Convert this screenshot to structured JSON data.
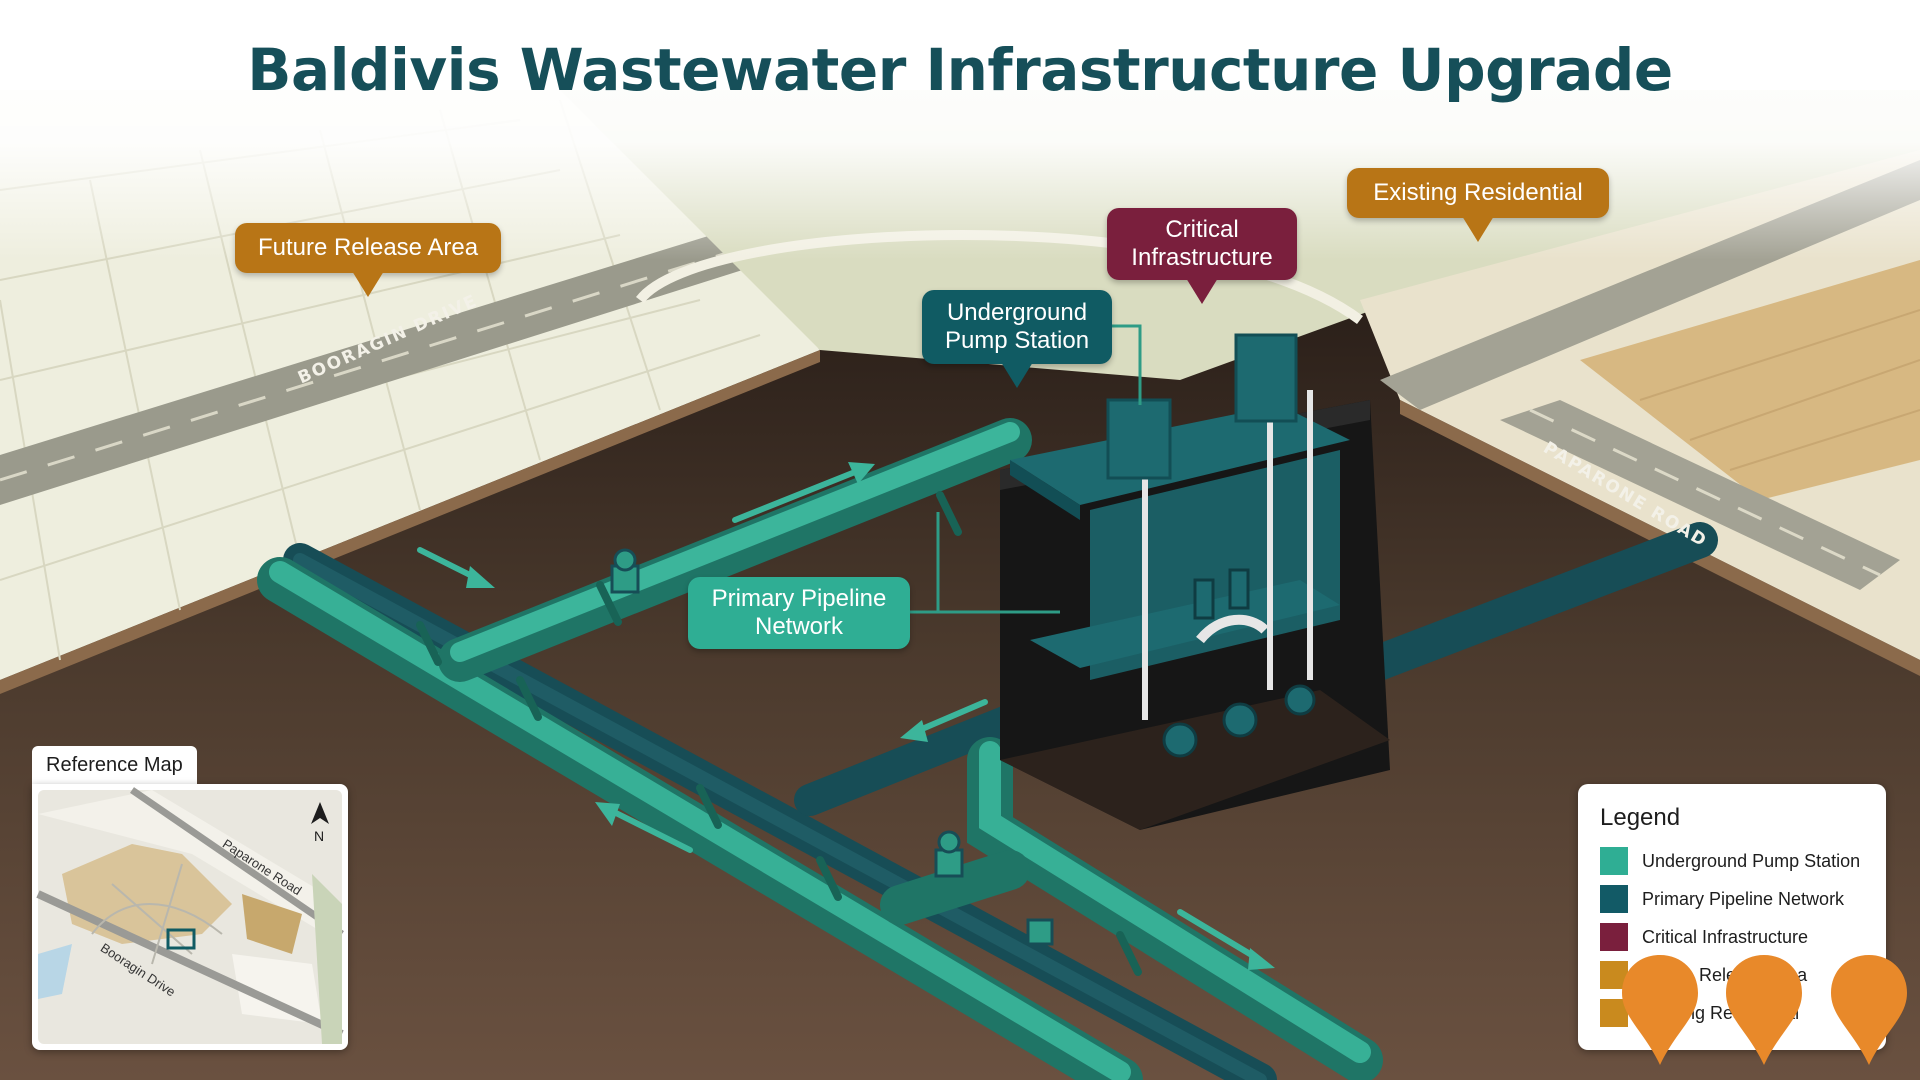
{
  "title": "Baldivis Wastewater Infrastructure Upgrade",
  "callouts": {
    "future_release": "Future Release Area",
    "existing_residential": "Existing Residential",
    "critical_infrastructure": [
      "Critical",
      "Infrastructure"
    ],
    "pump_station": [
      "Underground",
      "Pump Station"
    ],
    "pipeline": [
      "Primary Pipeline",
      "Network"
    ]
  },
  "roads": {
    "booragin": "BOORAGIN DRIVE",
    "paparone": "PAPARONE ROAD"
  },
  "reference_map": {
    "title": "Reference Map",
    "north": "N",
    "road_a": "Paparone Road",
    "road_b": "Booragin Drive"
  },
  "legend": {
    "title": "Legend",
    "items": [
      {
        "label": "Underground Pump Station",
        "color": "#2fae94"
      },
      {
        "label": "Primary Pipeline Network",
        "color": "#125a66"
      },
      {
        "label": "Critical Infrastructure",
        "color": "#7a1f3d"
      },
      {
        "label": "Future Release Area",
        "color": "#c98a1e"
      },
      {
        "label": "Existing Residential",
        "color": "#c98a1e"
      }
    ]
  },
  "colors": {
    "title": "#164f59",
    "amber_callout": "#b87516",
    "maroon_callout": "#7a1f3d",
    "dark_teal_callout": "#105b63",
    "green_callout": "#2fae94",
    "pin": "#e8892a",
    "soil": "#5c4636",
    "pipe_light": "#2e9c86",
    "pipe_dark": "#1d5f66"
  },
  "icons": [
    "location-pin-icon",
    "location-pin-icon",
    "location-pin-icon",
    "north-arrow-icon"
  ]
}
